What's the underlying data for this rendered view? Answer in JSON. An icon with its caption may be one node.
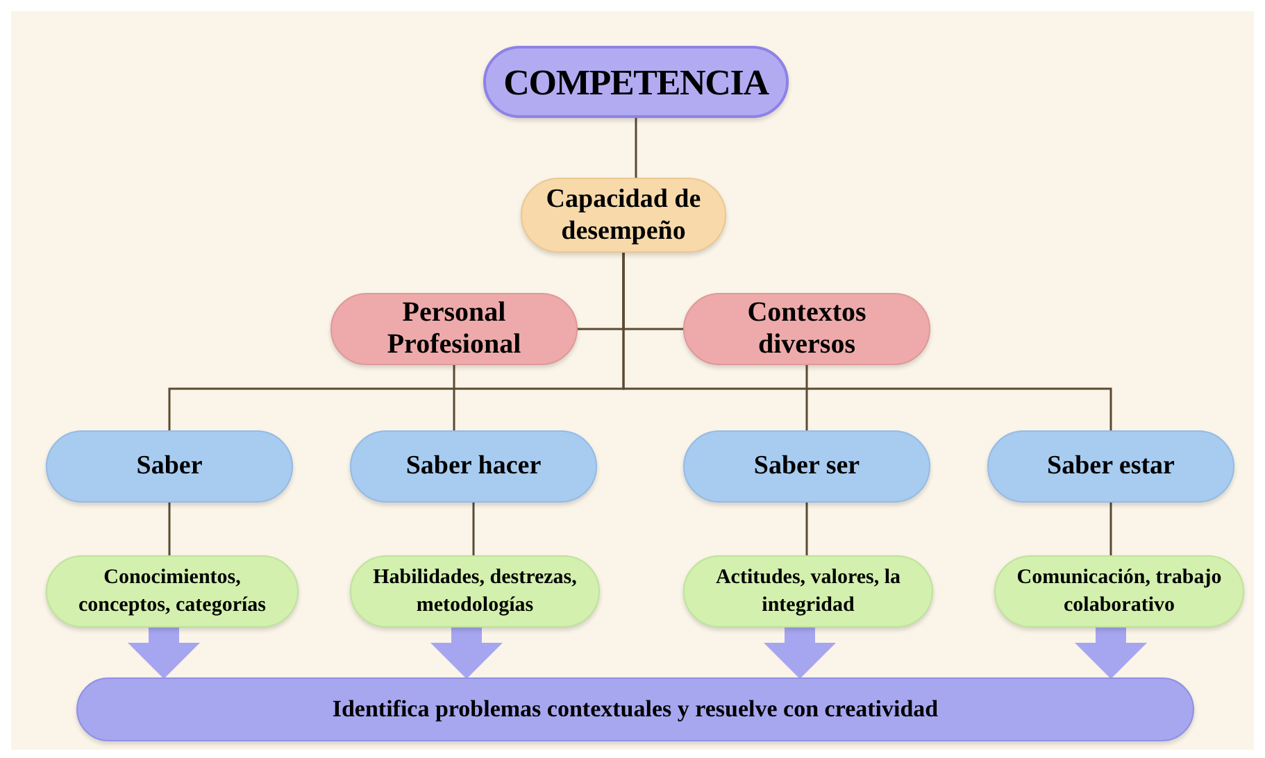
{
  "diagram": {
    "nodes": [
      {
        "text": [
          "COMPETENCIA"
        ]
      },
      {
        "text": [
          "Capacidad de desempeño"
        ]
      },
      {
        "text": [
          "Personal Profesional"
        ]
      },
      {
        "text": [
          "Contextos diversos"
        ]
      },
      {
        "text": [
          "Saber"
        ]
      },
      {
        "text": [
          "Saber hacer"
        ]
      },
      {
        "text": [
          "Saber ser"
        ]
      },
      {
        "text": [
          "Saber estar"
        ]
      },
      {
        "text": [
          "Conocimientos, conceptos, categorías"
        ]
      },
      {
        "text": [
          "Habilidades, destrezas, metodologías"
        ]
      },
      {
        "text": [
          "Actitudes, valores, la integridad"
        ]
      },
      {
        "text": [
          "Comunicación, trabajo colaborativo"
        ]
      },
      {
        "text": [
          "Identifica problemas contextuales y resuelve con creatividad"
        ]
      }
    ],
    "edges": [
      {
        "from": 0,
        "to": 1,
        "arrow": "none"
      },
      {
        "from": 1,
        "to": 2,
        "arrow": "none"
      },
      {
        "from": 1,
        "to": 3,
        "arrow": "none"
      },
      {
        "from": 1,
        "to": 4,
        "arrow": "none"
      },
      {
        "from": 2,
        "to": 5,
        "arrow": "none"
      },
      {
        "from": 3,
        "to": 6,
        "arrow": "none"
      },
      {
        "from": 1,
        "to": 7,
        "arrow": "none"
      },
      {
        "from": 4,
        "to": 8,
        "arrow": "none"
      },
      {
        "from": 5,
        "to": 9,
        "arrow": "none"
      },
      {
        "from": 6,
        "to": 10,
        "arrow": "none"
      },
      {
        "from": 7,
        "to": 11,
        "arrow": "none"
      },
      {
        "from": 8,
        "to": 12,
        "arrow": "to",
        "style": "thick",
        "color": "#a6a6f0"
      },
      {
        "from": 9,
        "to": 12,
        "arrow": "to",
        "style": "thick",
        "color": "#a6a6f0"
      },
      {
        "from": 10,
        "to": 12,
        "arrow": "to",
        "style": "thick",
        "color": "#a6a6f0"
      },
      {
        "from": 11,
        "to": 12,
        "arrow": "to",
        "style": "thick",
        "color": "#a6a6f0"
      }
    ]
  }
}
